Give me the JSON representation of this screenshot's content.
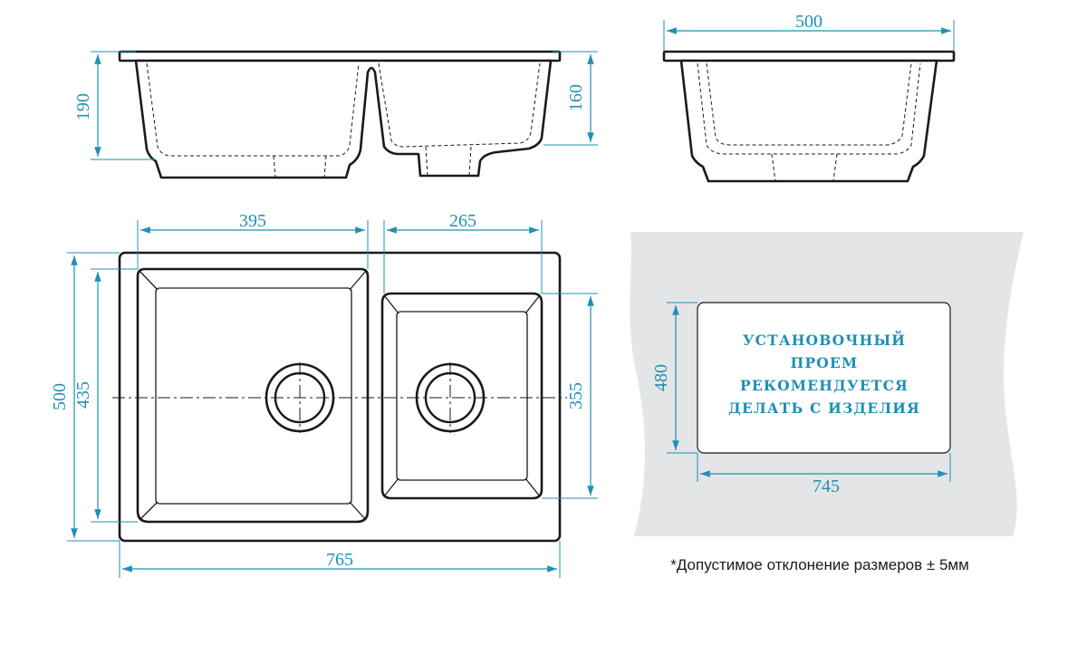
{
  "dimensions": {
    "side_depth_large": "190",
    "side_depth_small": "160",
    "end_width": "500",
    "large_bowl_width": "395",
    "small_bowl_width": "265",
    "overall_depth": "500",
    "large_bowl_depth": "435",
    "small_bowl_depth": "355",
    "overall_length": "765",
    "cutout_depth": "480",
    "cutout_length": "745"
  },
  "notice": {
    "lines": [
      "УСТАНОВОЧНЫЙ",
      "ПРОЕМ",
      "РЕКОМЕНДУЕТСЯ",
      "ДЕЛАТЬ С ИЗДЕЛИЯ"
    ]
  },
  "tolerance_note": "*Допустимое отклонение размеров ± 5мм",
  "colors": {
    "dimension": "#1f8fb5",
    "outline": "#1a1a1a",
    "countertop": "#e3e5e6"
  }
}
